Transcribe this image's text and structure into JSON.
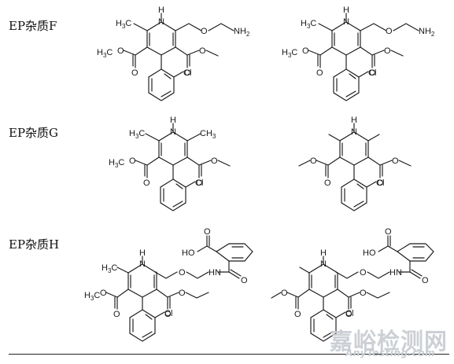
{
  "labels": {
    "f": "EP杂质F",
    "g": "EP杂质G",
    "h": "EP杂质H"
  },
  "atoms": {
    "nh": "H",
    "n": "N",
    "ch3": "CH",
    "h3c": "H",
    "c": "C",
    "sub3": "3",
    "sub2": "2",
    "o": "O",
    "nh2": "NH",
    "cl": "Cl",
    "ho": "HO"
  },
  "watermark": {
    "cn": "嘉峪检测网",
    "en": "AnyTesting.com"
  }
}
